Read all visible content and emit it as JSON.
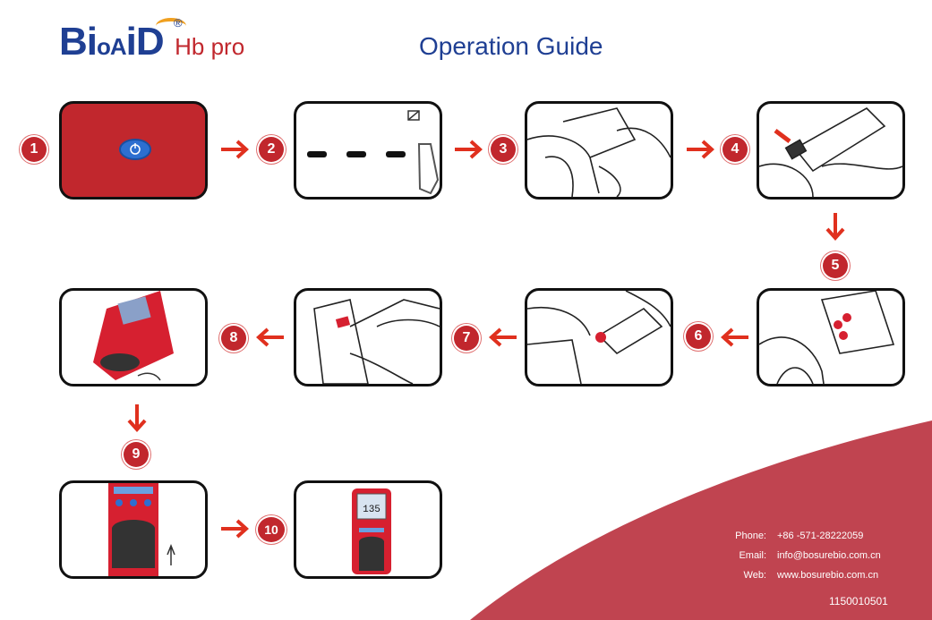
{
  "header": {
    "logo_text_big": "Bi",
    "logo_text_small": "oA",
    "logo_text_end": "iD",
    "logo_reg": "®",
    "product": "Hb pro",
    "title": "Operation Guide"
  },
  "steps": [
    {
      "number": "1",
      "illustration": "device-power-button"
    },
    {
      "number": "2",
      "illustration": "display-dashes-strip"
    },
    {
      "number": "3",
      "illustration": "hand-cleaning-finger"
    },
    {
      "number": "4",
      "illustration": "lancet-finger-prick"
    },
    {
      "number": "5",
      "illustration": ""
    },
    {
      "number": "6",
      "illustration": "blood-drops-finger"
    },
    {
      "number": "7",
      "illustration": "cuvette-collect-blood"
    },
    {
      "number": "8",
      "illustration": "insert-cuvette-device"
    },
    {
      "number": "9",
      "illustration": "device-front-slot"
    },
    {
      "number": "10",
      "illustration": "device-result-display"
    }
  ],
  "screen_digits": "135",
  "contact": {
    "phone_label": "Phone:",
    "phone": "+86 -571-28222059",
    "email_label": "Email:",
    "email": "info@bosurebio.com.cn",
    "web_label": "Web:",
    "web": "www.bosurebio.com.cn"
  },
  "doc_code": "1150010501",
  "colors": {
    "brand_blue": "#1f3f93",
    "brand_red": "#c1272d",
    "device_red": "#c63040",
    "arrow_red": "#e0301e"
  }
}
